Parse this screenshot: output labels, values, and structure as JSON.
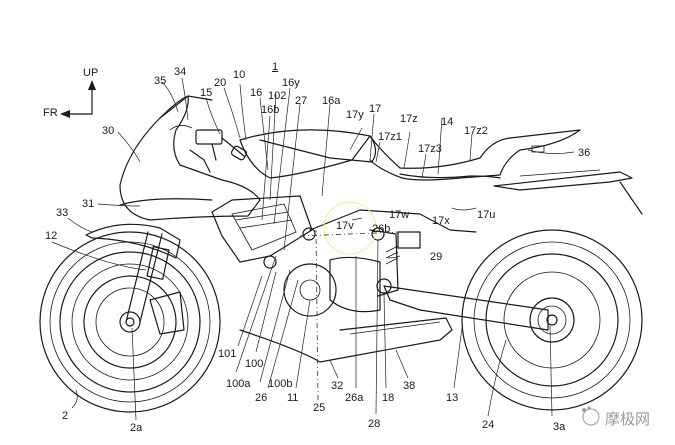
{
  "figure": {
    "figure_ref": "1",
    "orientation": {
      "up_label": "UP",
      "front_label": "FR"
    },
    "labels": [
      {
        "id": "l1",
        "text": "1"
      },
      {
        "id": "l35",
        "text": "35"
      },
      {
        "id": "l34",
        "text": "34"
      },
      {
        "id": "l20",
        "text": "20"
      },
      {
        "id": "l10",
        "text": "10"
      },
      {
        "id": "l15",
        "text": "15"
      },
      {
        "id": "l16",
        "text": "16"
      },
      {
        "id": "l102",
        "text": "102"
      },
      {
        "id": "l16y",
        "text": "16y"
      },
      {
        "id": "l16b",
        "text": "16b"
      },
      {
        "id": "l27",
        "text": "27"
      },
      {
        "id": "l16a",
        "text": "16a"
      },
      {
        "id": "l17",
        "text": "17"
      },
      {
        "id": "l17y",
        "text": "17y"
      },
      {
        "id": "l17z",
        "text": "17z"
      },
      {
        "id": "l14",
        "text": "14"
      },
      {
        "id": "l17z1",
        "text": "17z1"
      },
      {
        "id": "l17z2",
        "text": "17z2"
      },
      {
        "id": "l17z3",
        "text": "17z3"
      },
      {
        "id": "l36",
        "text": "36"
      },
      {
        "id": "l30",
        "text": "30"
      },
      {
        "id": "l31",
        "text": "31"
      },
      {
        "id": "l33",
        "text": "33"
      },
      {
        "id": "l12",
        "text": "12"
      },
      {
        "id": "l17w",
        "text": "17w"
      },
      {
        "id": "l17x",
        "text": "17x"
      },
      {
        "id": "l17u",
        "text": "17u"
      },
      {
        "id": "l17v",
        "text": "17v"
      },
      {
        "id": "l26b",
        "text": "26b"
      },
      {
        "id": "l29",
        "text": "29"
      },
      {
        "id": "l101",
        "text": "101"
      },
      {
        "id": "l100",
        "text": "100"
      },
      {
        "id": "l100a",
        "text": "100a"
      },
      {
        "id": "l100b",
        "text": "100b"
      },
      {
        "id": "l26",
        "text": "26"
      },
      {
        "id": "l11",
        "text": "11"
      },
      {
        "id": "l25",
        "text": "25"
      },
      {
        "id": "l32",
        "text": "32"
      },
      {
        "id": "l26a",
        "text": "26a"
      },
      {
        "id": "l18",
        "text": "18"
      },
      {
        "id": "l28",
        "text": "28"
      },
      {
        "id": "l38",
        "text": "38"
      },
      {
        "id": "l13",
        "text": "13"
      },
      {
        "id": "l24",
        "text": "24"
      },
      {
        "id": "l3a",
        "text": "3a"
      },
      {
        "id": "l2",
        "text": "2"
      },
      {
        "id": "l2a",
        "text": "2a"
      }
    ]
  },
  "watermark": {
    "text": "摩极网"
  }
}
